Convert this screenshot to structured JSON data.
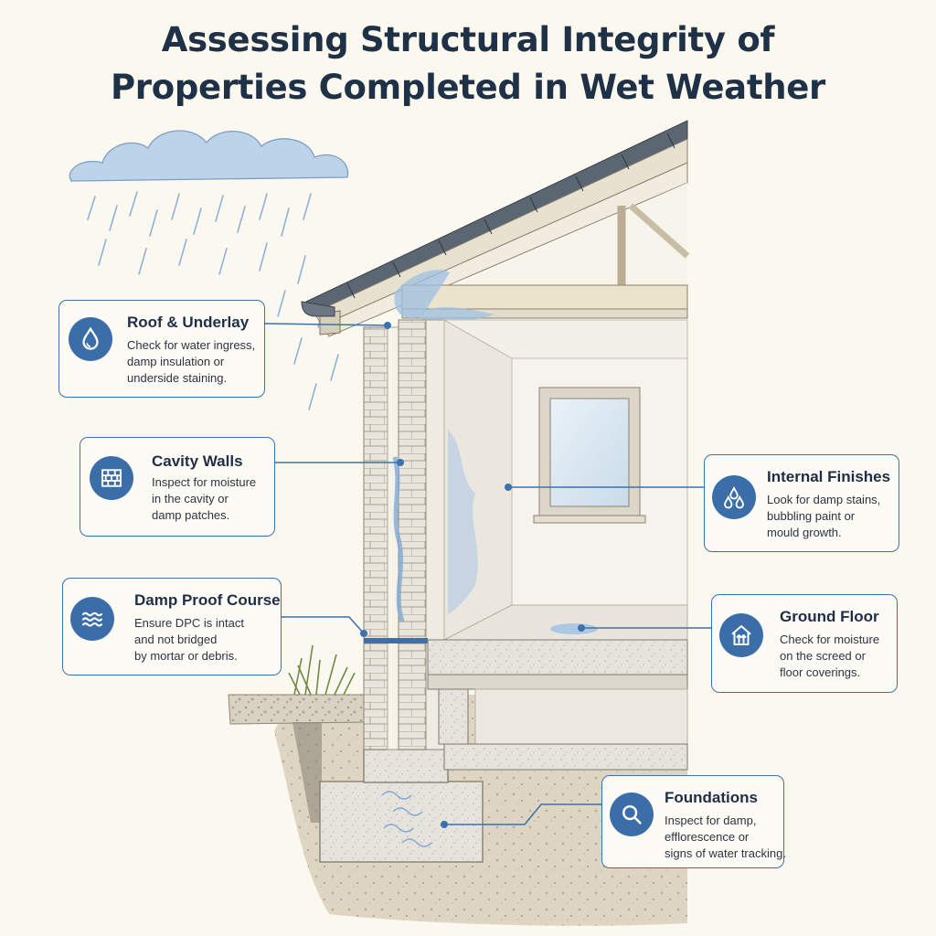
{
  "title": {
    "line1": "Assessing Structural Integrity of",
    "line2": "Properties Completed in Wet Weather"
  },
  "callouts": [
    {
      "id": "roof",
      "icon": "water-drop-icon",
      "title": "Roof & Underlay",
      "lines": [
        "Check for water ingress,",
        "damp insulation or",
        "underside staining."
      ]
    },
    {
      "id": "cavity",
      "icon": "brick-wall-icon",
      "title": "Cavity Walls",
      "lines": [
        "Inspect for moisture",
        "in the cavity or",
        "damp patches."
      ]
    },
    {
      "id": "dpc",
      "icon": "waves-icon",
      "title": "Damp Proof Course",
      "lines": [
        "Ensure DPC is intact",
        "and not bridged",
        "by mortar or debris."
      ]
    },
    {
      "id": "internal",
      "icon": "droplets-icon",
      "title": "Internal Finishes",
      "lines": [
        "Look for damp stains,",
        "bubbling paint or",
        "mould growth."
      ]
    },
    {
      "id": "ground",
      "icon": "house-arrows-icon",
      "title": "Ground Floor",
      "lines": [
        "Check for moisture",
        "on the screed or",
        "floor coverings."
      ]
    },
    {
      "id": "foundations",
      "icon": "magnifier-icon",
      "title": "Foundations",
      "lines": [
        "Inspect for damp,",
        "efflorescence or",
        "signs of water tracking."
      ]
    }
  ],
  "colors": {
    "accent": "#3b6ea8",
    "title": "#1f3147",
    "water": "#7fa9d6",
    "background": "#fbf8ef"
  }
}
